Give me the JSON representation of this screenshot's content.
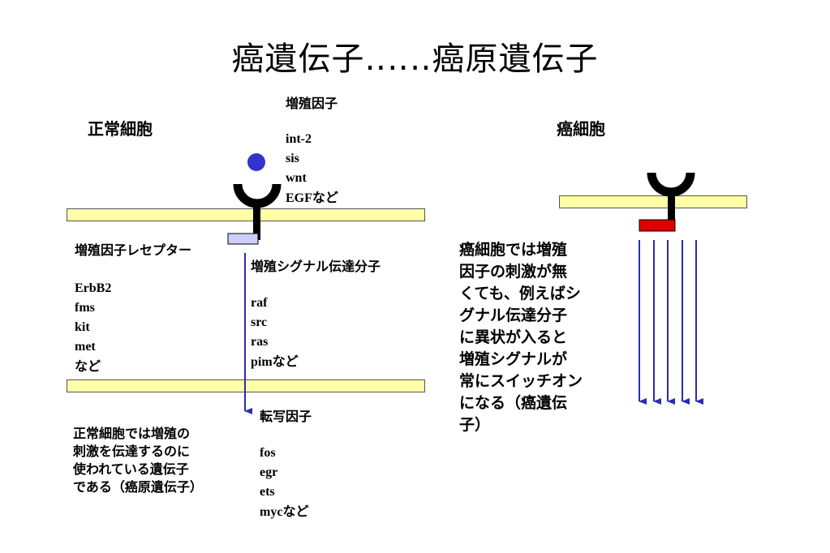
{
  "title": "癌遺伝子‥‥‥癌原遺伝子",
  "normal_cell": {
    "heading": "正常細胞",
    "growth_factor": {
      "label": "増殖因子",
      "genes": [
        "int-2",
        "sis",
        "wnt"
      ],
      "genes_last": "EGF",
      "suffix": "など"
    },
    "receptor": {
      "label": "増殖因子レセプター",
      "genes": [
        "ErbB2",
        "fms",
        "kit",
        "met"
      ],
      "suffix": "など"
    },
    "signal": {
      "label": "増殖シグナル伝達分子",
      "genes": [
        "raf",
        "src",
        "ras"
      ],
      "genes_last": "pim",
      "suffix": "など"
    },
    "transcription": {
      "label": "転写因子",
      "genes": [
        "fos",
        "egr",
        "ets"
      ],
      "genes_last": "myc",
      "suffix": "など"
    },
    "description": [
      "正常細胞では増殖の",
      "刺激を伝達するのに",
      "使われている遺伝子",
      "である（癌原遺伝子）"
    ]
  },
  "cancer_cell": {
    "heading": "癌細胞",
    "description": [
      "癌細胞では増殖",
      "因子の刺激が無",
      "くても、例えばシ",
      "グナル伝達分子",
      "に異状が入ると",
      "増殖シグナルが",
      "常にスイッチオン",
      "になる（癌遺伝",
      "子）"
    ]
  },
  "colors": {
    "membrane": "#ffffa6",
    "growth_factor": "#3333cc",
    "receptor_normal": "#ccccff",
    "receptor_cancer": "#e00000",
    "arrow": "#2b2bb3"
  }
}
